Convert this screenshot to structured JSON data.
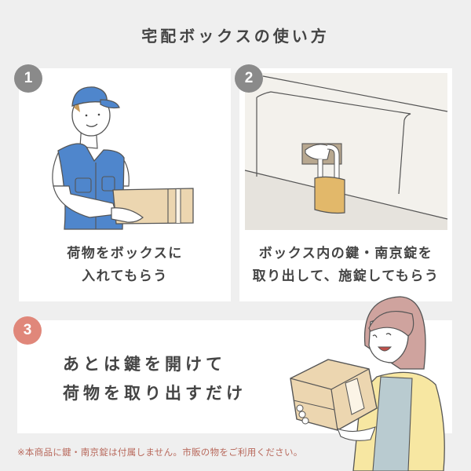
{
  "header": {
    "title": "宅配ボックスの使い方"
  },
  "steps": [
    {
      "number": "1",
      "badge_color": "#8a8a8a",
      "caption_line1": "荷物をボックスに",
      "caption_line2": "入れてもらう",
      "illustration": "delivery-man-holding-box"
    },
    {
      "number": "2",
      "badge_color": "#8a8a8a",
      "caption_line1": "ボックス内の鍵・南京錠を",
      "caption_line2": "取り出して、施錠してもらう",
      "illustration": "padlock-on-box"
    },
    {
      "number": "3",
      "badge_color": "#e0877a",
      "caption_line1": "あとは鍵を開けて",
      "caption_line2": "荷物を取り出すだけ",
      "illustration": "woman-holding-parcels"
    }
  ],
  "footer": {
    "note": "※本商品に鍵・南京錠は付属しません。市販の物をご利用ください。",
    "note_color": "#b8695c"
  },
  "colors": {
    "background": "#efefef",
    "panel": "#ffffff",
    "uniform_blue": "#4f86cc",
    "cardboard": "#ecd6b0",
    "padlock": "#e2b86a"
  }
}
